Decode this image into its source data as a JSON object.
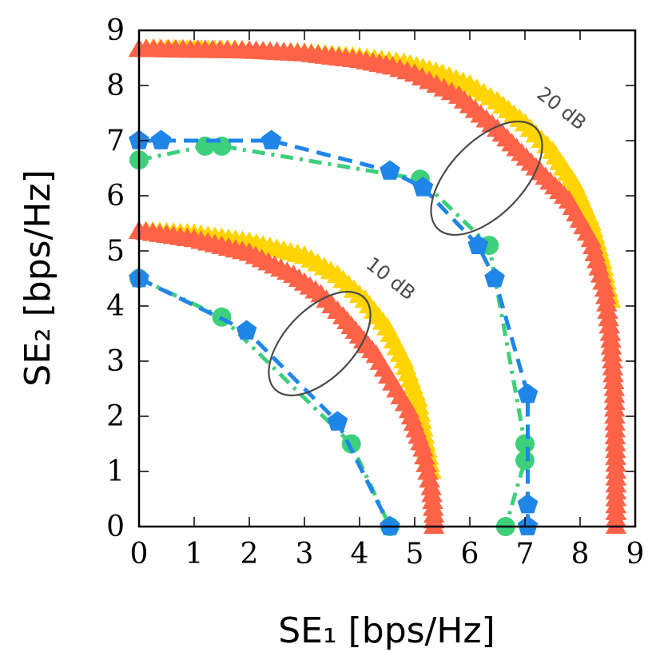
{
  "chart_data": {
    "type": "line",
    "xlabel": "SE₁ [bps/Hz]",
    "ylabel": "SE₂ [bps/Hz]",
    "xlim": [
      0,
      9
    ],
    "ylim": [
      0,
      9
    ],
    "xticks": [
      "0",
      "1",
      "2",
      "3",
      "4",
      "5",
      "6",
      "7",
      "8",
      "9"
    ],
    "yticks": [
      "0",
      "1",
      "2",
      "3",
      "4",
      "5",
      "6",
      "7",
      "8",
      "9"
    ],
    "grid": false,
    "annotations": [
      "20 dB",
      "10 dB"
    ],
    "colors": {
      "yellow": "#ffd400",
      "red": "#ff6347",
      "green": "#3ecf7a",
      "blue": "#1f86e8",
      "annotation": "#4a4a4a"
    },
    "series": [
      {
        "color": "#ffd400",
        "marker": "triangle",
        "dash": "solid",
        "group": "20 dB",
        "x": [
          0,
          1,
          2,
          3,
          4,
          4.8,
          5.5,
          6,
          6.5,
          7,
          7.5,
          7.9,
          8.2,
          8.4,
          8.5,
          8.55
        ],
        "y": [
          8.65,
          8.64,
          8.62,
          8.58,
          8.5,
          8.4,
          8.2,
          8.0,
          7.7,
          7.3,
          6.8,
          6.2,
          5.5,
          4.8,
          4.3,
          4.1
        ]
      },
      {
        "color": "#ff6347",
        "marker": "triangle",
        "dash": "solid",
        "group": "20 dB",
        "x": [
          0,
          2,
          3,
          4,
          4.6,
          5,
          5.4,
          5.8,
          6.5,
          7.2,
          7.8,
          8.2,
          8.45,
          8.55,
          8.62,
          8.65,
          8.65
        ],
        "y": [
          8.65,
          8.62,
          8.57,
          8.45,
          8.33,
          8.2,
          8.0,
          7.8,
          7.2,
          6.5,
          5.9,
          5.2,
          4.3,
          3.5,
          2.5,
          1.0,
          0
        ]
      },
      {
        "color": "#3ecf7a",
        "marker": "circle",
        "dash": "dashdot",
        "group": "20 dB",
        "x": [
          0,
          1.2,
          1.5,
          5.1,
          6.35,
          7.0,
          7.0,
          6.65
        ],
        "y": [
          6.65,
          6.9,
          6.9,
          6.3,
          5.1,
          1.5,
          1.2,
          0
        ]
      },
      {
        "color": "#1f86e8",
        "marker": "pentagon",
        "dash": "dashed",
        "group": "20 dB",
        "x": [
          0,
          0.4,
          2.4,
          4.55,
          5.15,
          6.15,
          6.45,
          7.05,
          7.05,
          7.05
        ],
        "y": [
          7.0,
          7.0,
          7.0,
          6.45,
          6.15,
          5.1,
          4.5,
          2.4,
          0.4,
          0
        ]
      },
      {
        "color": "#ffd400",
        "marker": "triangle",
        "dash": "solid",
        "group": "10 dB",
        "x": [
          0,
          1,
          2,
          3,
          3.6,
          4.1,
          4.5,
          4.8,
          5.05,
          5.2,
          5.3
        ],
        "y": [
          5.35,
          5.3,
          5.15,
          4.9,
          4.55,
          4.1,
          3.6,
          3.0,
          2.3,
          1.5,
          1.0
        ]
      },
      {
        "color": "#ff6347",
        "marker": "triangle",
        "dash": "solid",
        "group": "10 dB",
        "x": [
          0,
          1,
          2,
          2.8,
          3.3,
          3.7,
          4.0,
          4.3,
          4.6,
          4.9,
          5.15,
          5.3,
          5.35,
          5.35
        ],
        "y": [
          5.35,
          5.2,
          4.95,
          4.55,
          4.2,
          3.8,
          3.45,
          3.1,
          2.6,
          2.1,
          1.4,
          0.7,
          0.2,
          0
        ]
      },
      {
        "color": "#3ecf7a",
        "marker": "circle",
        "dash": "dashdot",
        "group": "10 dB",
        "x": [
          0,
          1.5,
          3.85,
          4.55
        ],
        "y": [
          4.5,
          3.8,
          1.5,
          0
        ]
      },
      {
        "color": "#1f86e8",
        "marker": "pentagon",
        "dash": "dashed",
        "group": "10 dB",
        "x": [
          0,
          1.95,
          3.6,
          4.55
        ],
        "y": [
          4.5,
          3.55,
          1.9,
          0
        ]
      }
    ]
  }
}
